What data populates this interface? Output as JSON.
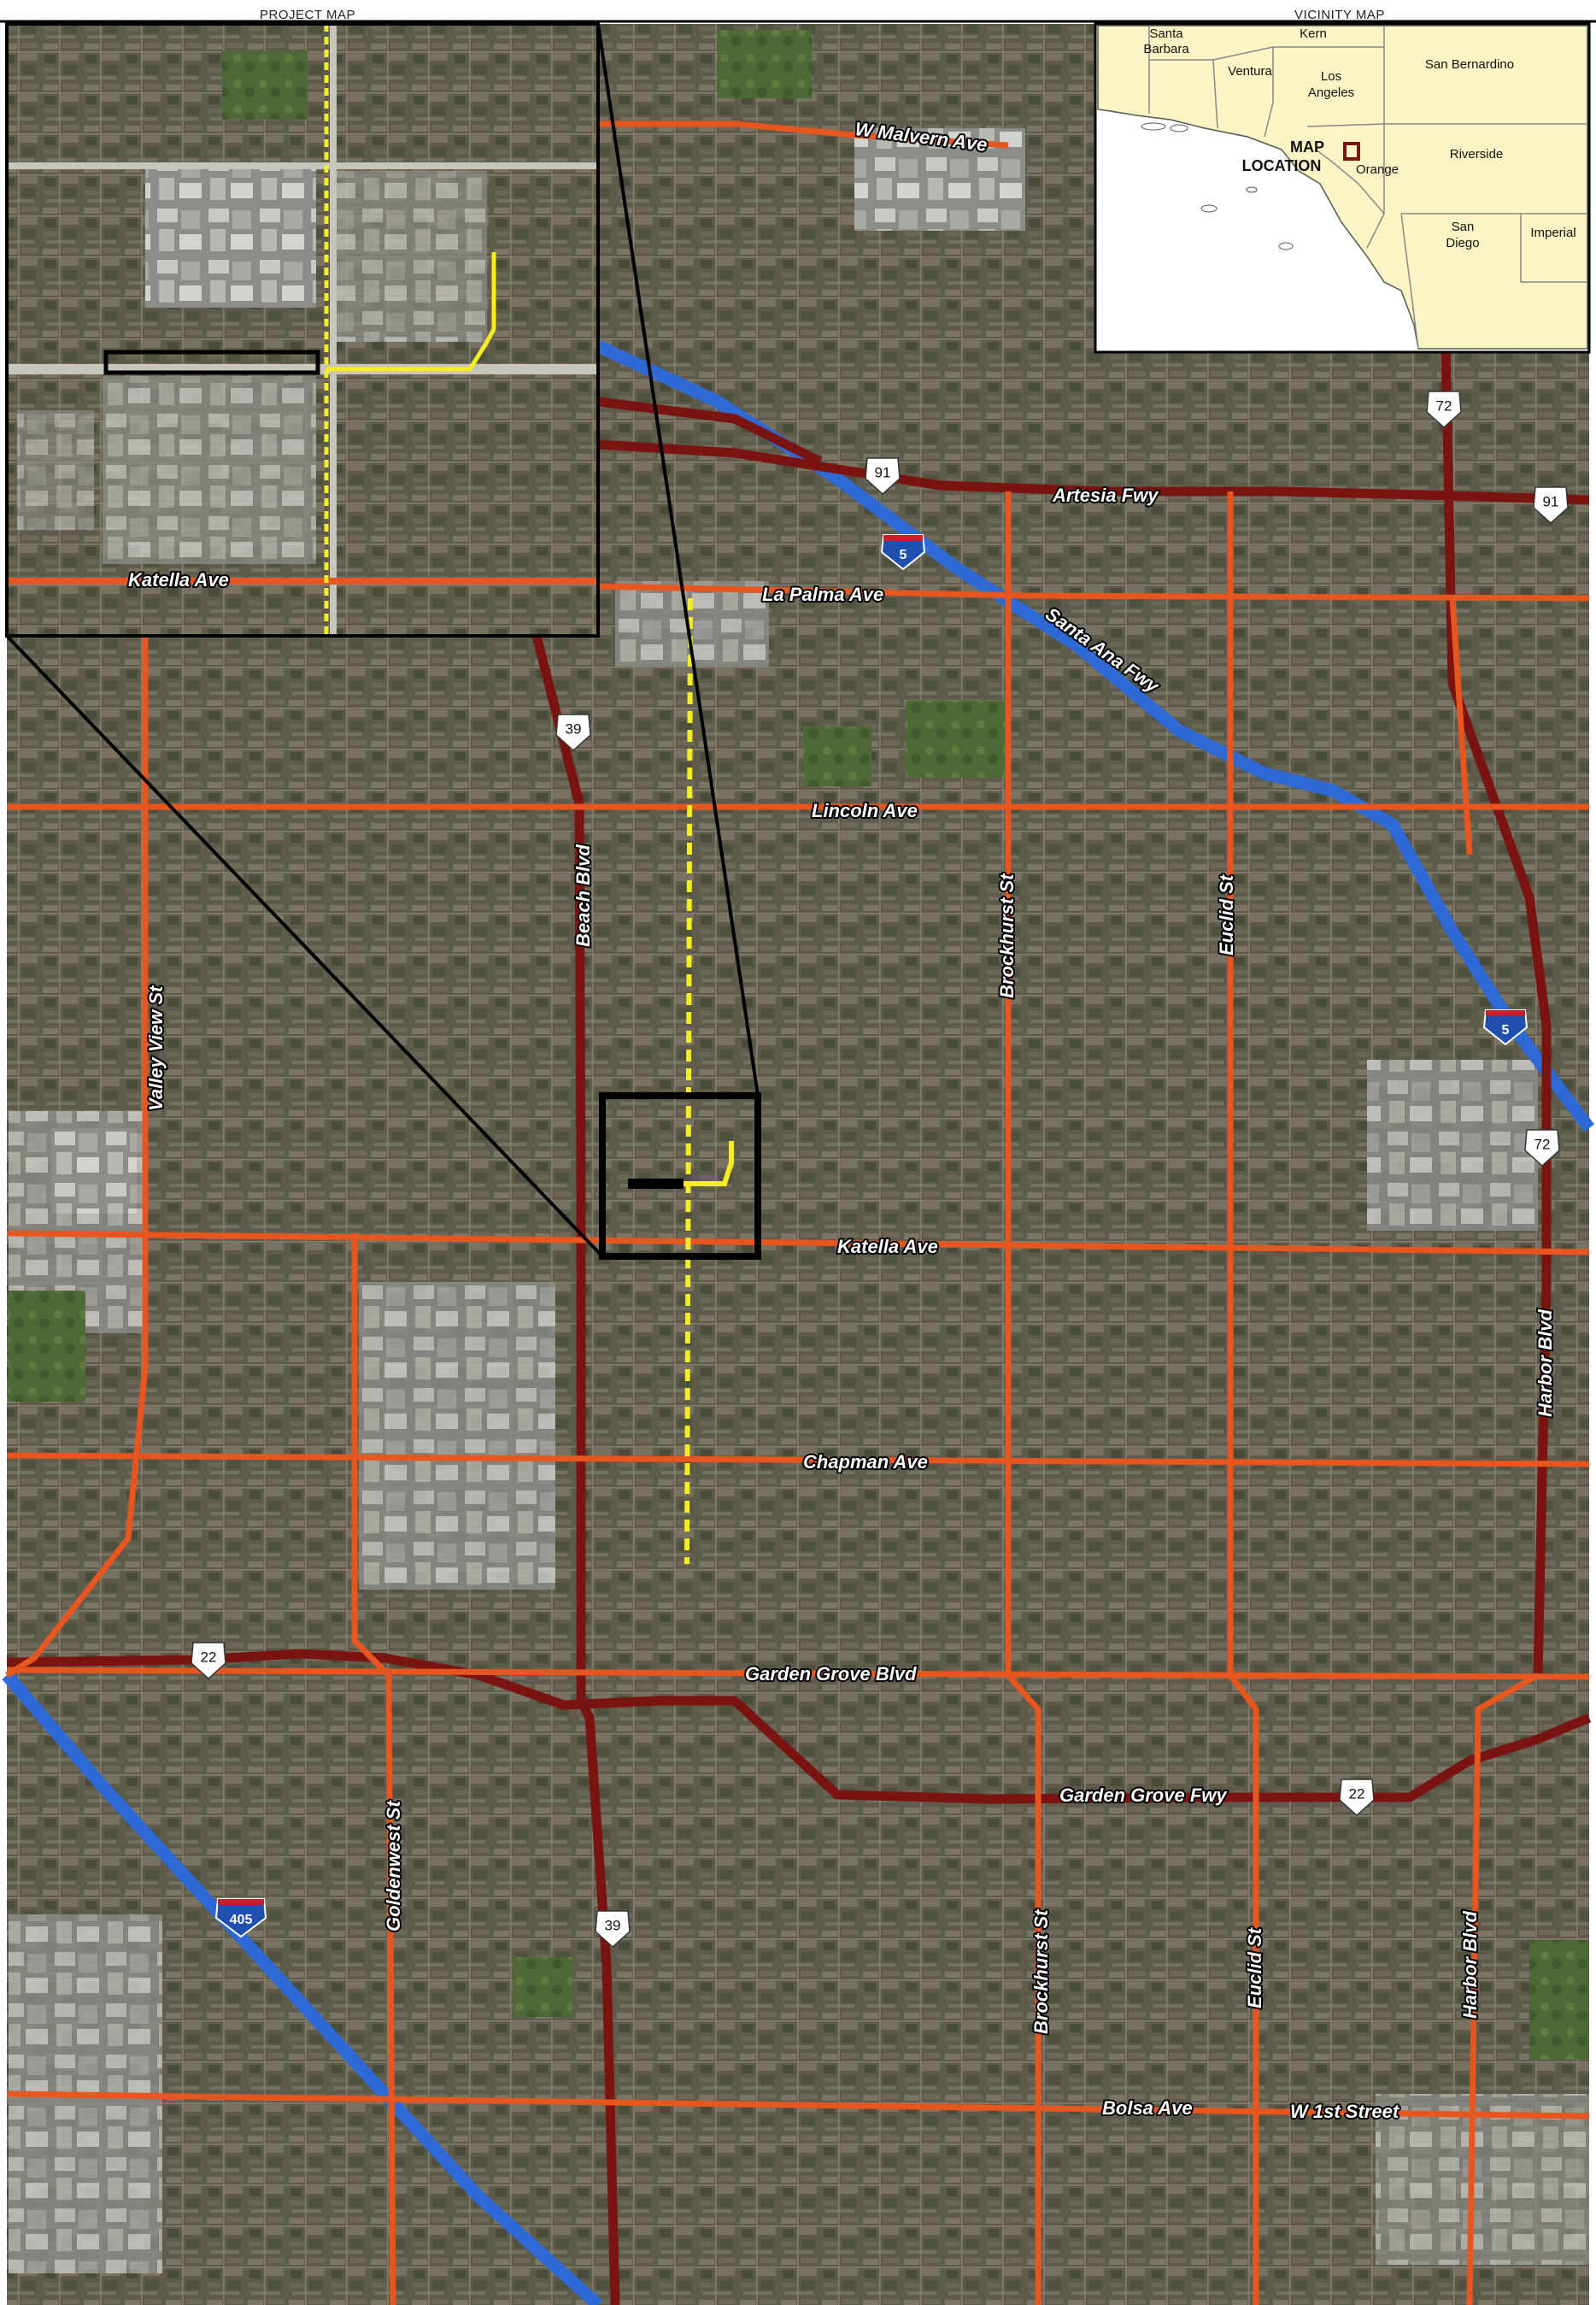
{
  "titles": {
    "project_map": "PROJECT MAP",
    "vicinity_map": "VICINITY MAP"
  },
  "colors": {
    "arterial": "#e8561f",
    "highway": "#7a1410",
    "interstate": "#2e6ad6",
    "project_line": "#f5ec22",
    "land": "#fbf4c4",
    "imagery": "#5e5a4c"
  },
  "roads_horizontal": [
    {
      "name": "W Malvern Ave"
    },
    {
      "name": "Artesia Fwy"
    },
    {
      "name": "La Palma Ave"
    },
    {
      "name": "Lincoln Ave"
    },
    {
      "name": "Katella Ave"
    },
    {
      "name": "Chapman Ave"
    },
    {
      "name": "Garden Grove Blvd"
    },
    {
      "name": "Garden Grove Fwy"
    },
    {
      "name": "Bolsa Ave"
    },
    {
      "name": "W 1st Street"
    }
  ],
  "roads_vertical": [
    {
      "name": "Valley View St"
    },
    {
      "name": "Beach Blvd"
    },
    {
      "name": "Brockhurst St"
    },
    {
      "name": "Euclid St"
    },
    {
      "name": "Harbor Blvd"
    },
    {
      "name": "Goldenwest St"
    },
    {
      "name": "Brockhurst St"
    },
    {
      "name": "Euclid St"
    },
    {
      "name": "Harbor Blvd"
    }
  ],
  "freeway_label": "Santa Ana Fwy",
  "inset_label": "Katella Ave",
  "shields": [
    {
      "type": "state",
      "num": "72"
    },
    {
      "type": "state",
      "num": "91"
    },
    {
      "type": "state",
      "num": "91"
    },
    {
      "type": "state",
      "num": "39"
    },
    {
      "type": "state",
      "num": "72"
    },
    {
      "type": "state",
      "num": "22"
    },
    {
      "type": "state",
      "num": "22"
    },
    {
      "type": "state",
      "num": "39"
    },
    {
      "type": "interstate",
      "num": "5"
    },
    {
      "type": "interstate",
      "num": "5"
    },
    {
      "type": "interstate",
      "num": "405"
    }
  ],
  "vicinity": {
    "counties": [
      {
        "name": "Kern"
      },
      {
        "name": "Santa"
      },
      {
        "name": "Barbara"
      },
      {
        "name": "Ventura"
      },
      {
        "name": "Los"
      },
      {
        "name": "Angeles"
      },
      {
        "name": "San Bernardino"
      },
      {
        "name": "Riverside"
      },
      {
        "name": "Orange"
      },
      {
        "name": "San"
      },
      {
        "name": "Diego"
      },
      {
        "name": "Imperial"
      }
    ],
    "map_location": [
      "MAP",
      "LOCATION"
    ]
  }
}
